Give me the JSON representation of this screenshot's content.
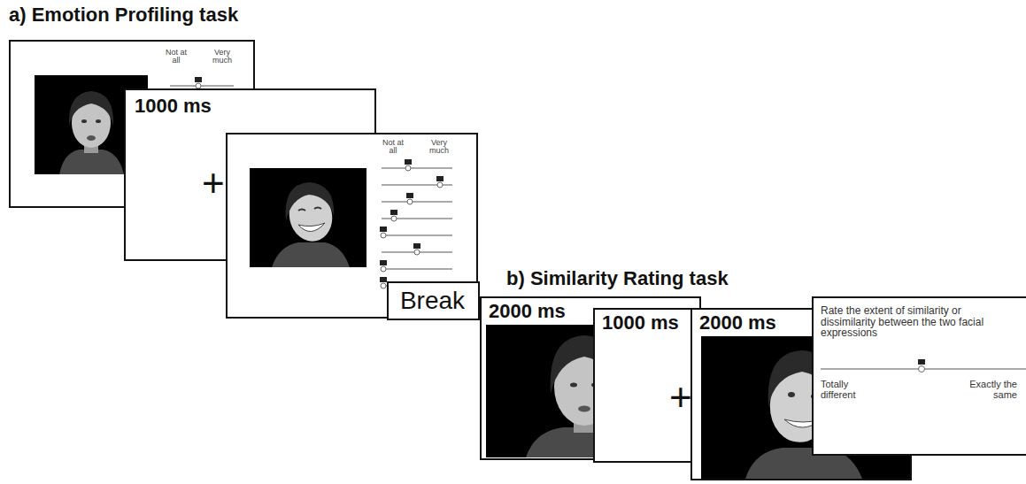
{
  "diagram": {
    "nodes": [
      {
        "text": [
          "Not at all",
          "Very much"
        ]
      },
      {
        "text": [
          "1000 ms",
          "+"
        ]
      },
      {
        "text": [
          "Not at all",
          "Very much"
        ]
      },
      {
        "text": [
          "Break"
        ]
      },
      {
        "text": [
          "2000 ms"
        ]
      },
      {
        "text": [
          "1000 ms",
          "+"
        ]
      },
      {
        "text": [
          "2000 ms"
        ]
      },
      {
        "text": [
          "Rate the extent of similarity or dissimilarity between the two facial expressions",
          "Totally different",
          "Exactly the same"
        ]
      }
    ],
    "labels": [
      "a) Emotion Profiling task",
      "b) Similarity Rating task"
    ]
  }
}
